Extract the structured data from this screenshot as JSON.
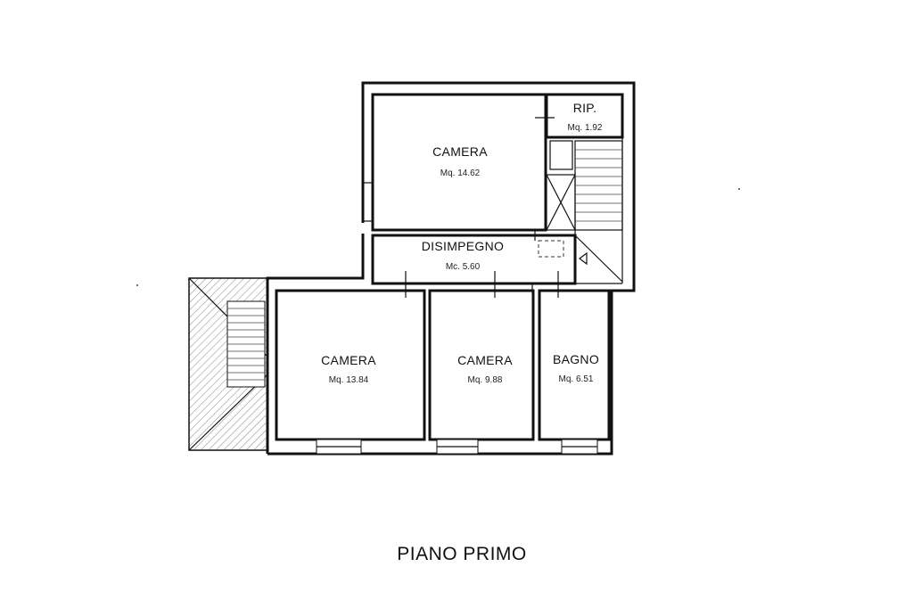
{
  "plan_title": "PIANO PRIMO",
  "rooms": {
    "ripostiglio": {
      "name": "RIP.",
      "area": "Mq. 1.92"
    },
    "camera_north": {
      "name": "CAMERA",
      "area": "Mq. 14.62"
    },
    "disimpegno": {
      "name": "DISIMPEGNO",
      "area": "Mc. 5.60"
    },
    "camera_west": {
      "name": "CAMERA",
      "area": "Mq. 13.84"
    },
    "camera_middle": {
      "name": "CAMERA",
      "area": "Mq. 9.88"
    },
    "bagno": {
      "name": "BAGNO",
      "area": "Mq. 6.51"
    }
  }
}
